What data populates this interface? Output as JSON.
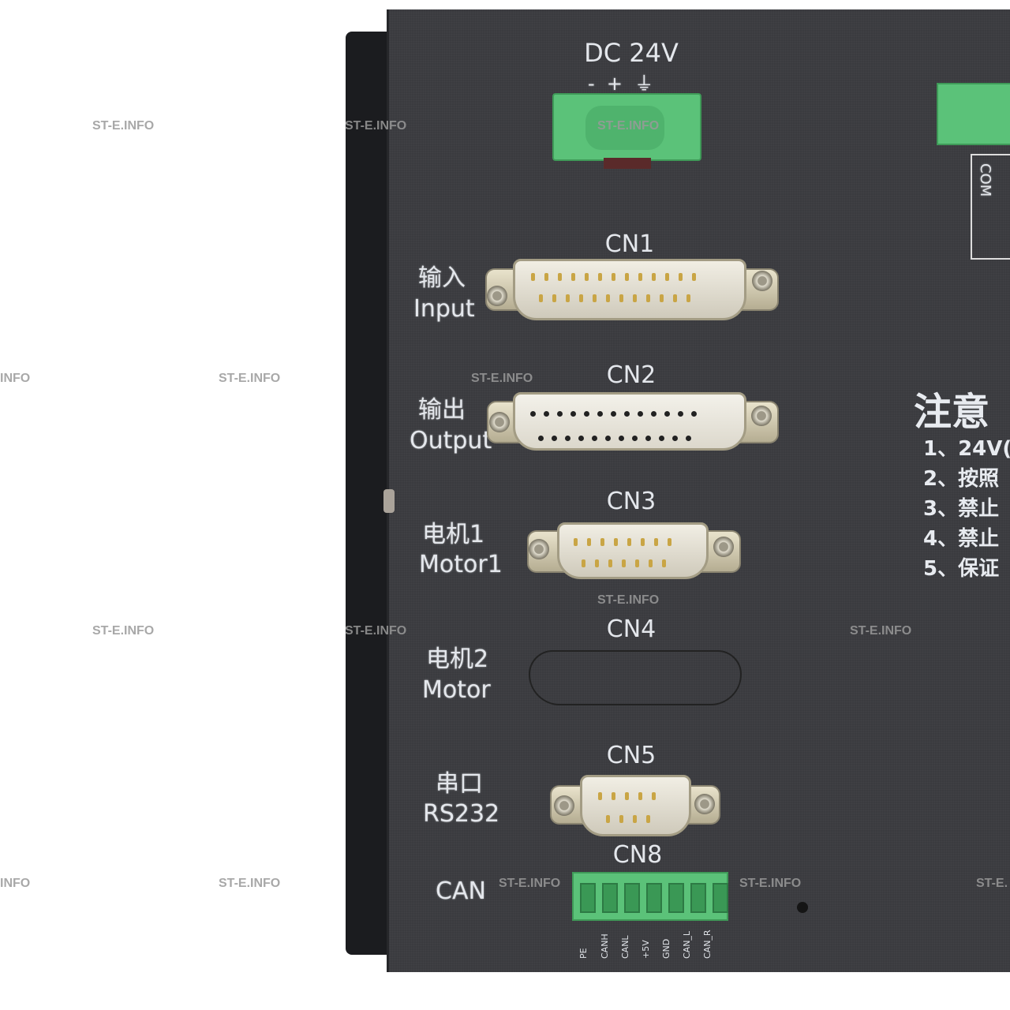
{
  "power": {
    "title": "DC 24V",
    "polarity": "-  +  ⏚"
  },
  "connectors": [
    {
      "id": "CN1",
      "label_cn": "输入",
      "label_en": "Input"
    },
    {
      "id": "CN2",
      "label_cn": "输出",
      "label_en": "Output"
    },
    {
      "id": "CN3",
      "label_cn": "电机1",
      "label_en": "Motor1"
    },
    {
      "id": "CN4",
      "label_cn": "电机2",
      "label_en": "Motor"
    },
    {
      "id": "CN5",
      "label_cn": "串口",
      "label_en": "RS232"
    },
    {
      "id": "CN8",
      "label_cn": "",
      "label_en": "CAN"
    }
  ],
  "cn8_pins": [
    "PE",
    "CANH",
    "CANL",
    "+5V",
    "GND",
    "CAN_L",
    "CAN_R"
  ],
  "com_label": "COM",
  "notice": {
    "title": "注意",
    "items": [
      "1、24V(",
      "2、按照",
      "3、禁止",
      "4、禁止",
      "5、保证"
    ]
  },
  "watermark": "ST-E.INFO",
  "watermark_partial": [
    "INFO",
    "ST-E."
  ]
}
